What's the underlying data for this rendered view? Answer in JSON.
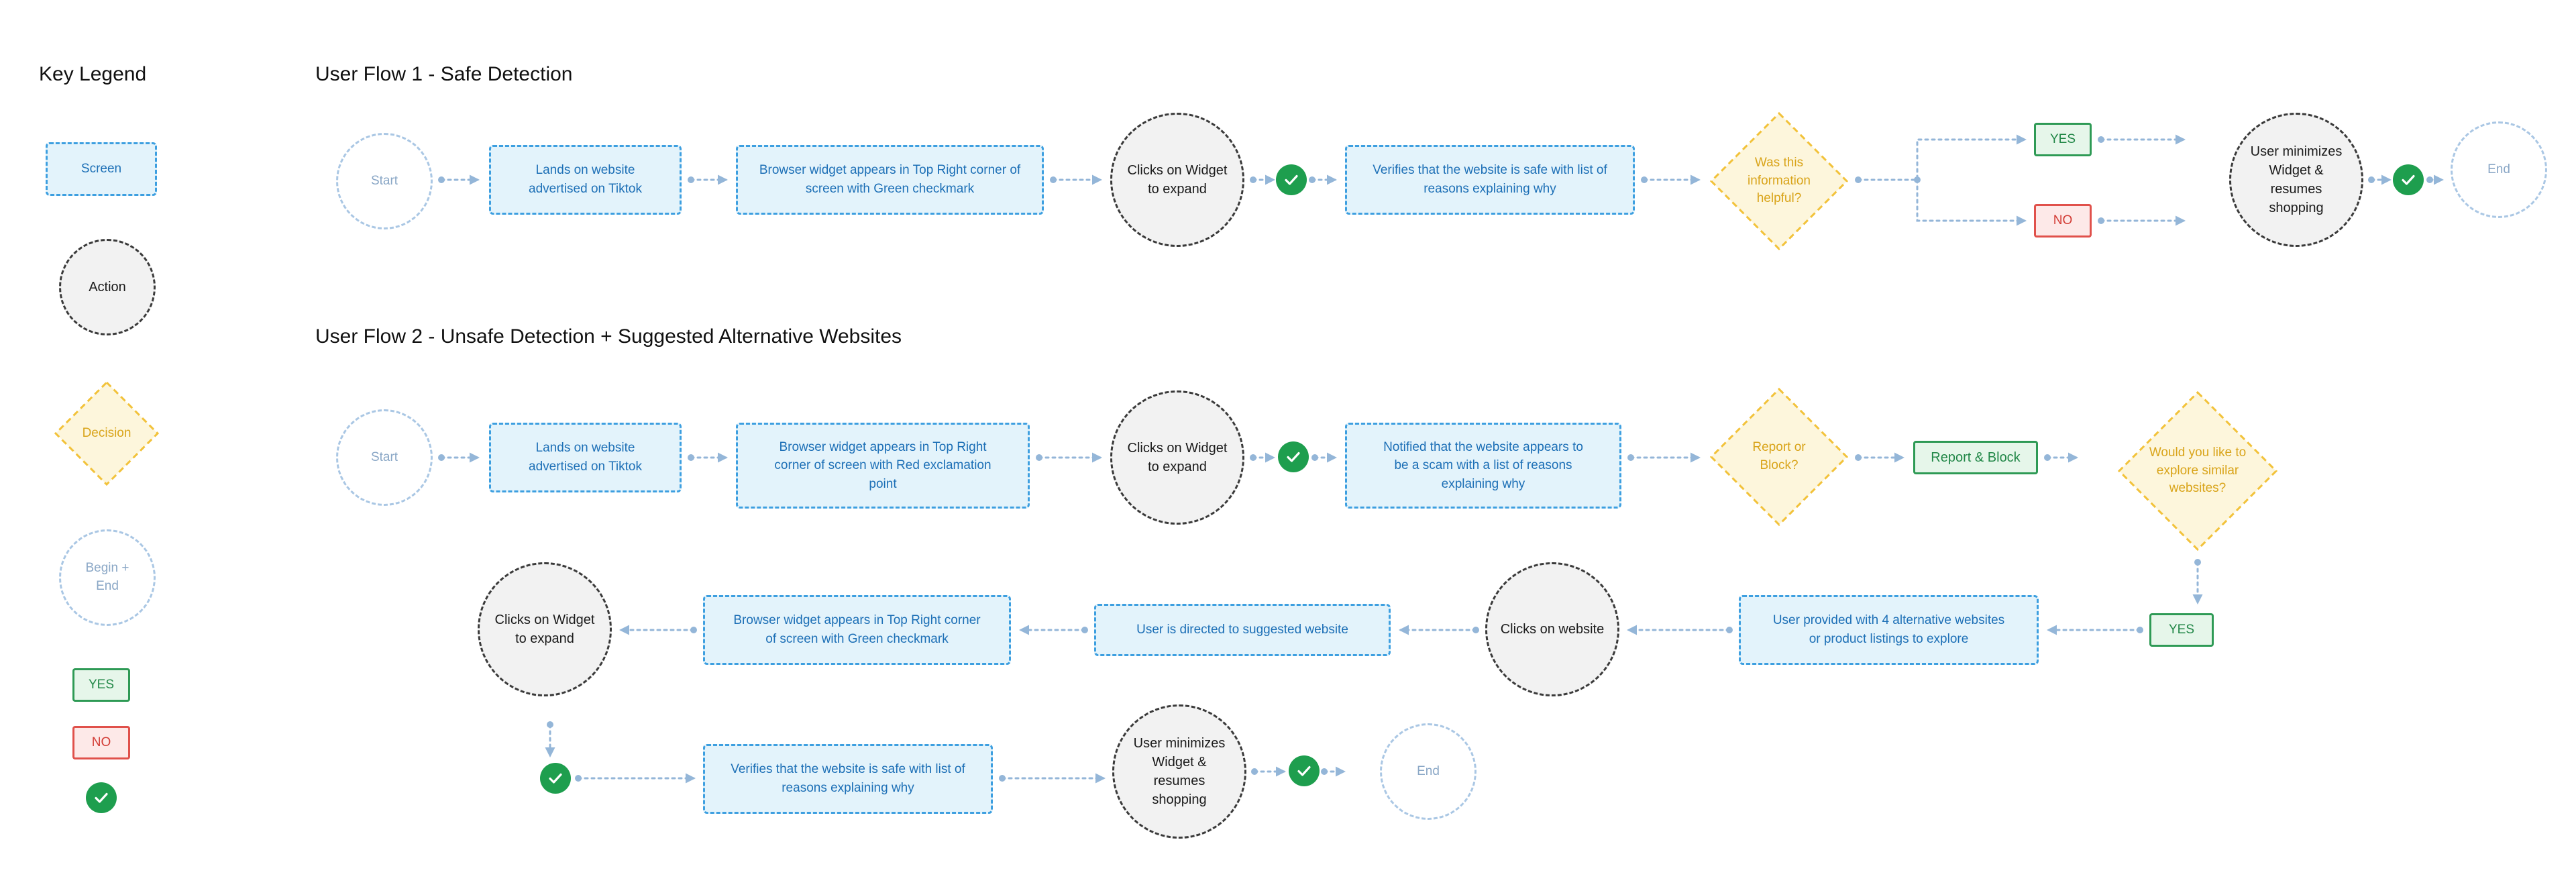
{
  "legend": {
    "title": "Key Legend",
    "screen": "Screen",
    "action": "Action",
    "decision": "Decision",
    "begin_end": "Begin + End",
    "yes": "YES",
    "no": "NO",
    "check_icon": "checkmark-icon"
  },
  "flow1": {
    "title": "User Flow 1 - Safe Detection",
    "start": "Start",
    "lands": "Lands on website advertised on Tiktok",
    "widget_appears": "Browser widget appears in Top Right corner of screen with Green checkmark",
    "clicks_widget": "Clicks on Widget to expand",
    "verifies": "Verifies that the website is safe with list of reasons explaining why",
    "decision": "Was this information helpful?",
    "yes": "YES",
    "no": "NO",
    "minimizes": "User minimizes Widget & resumes shopping",
    "end": "End"
  },
  "flow2": {
    "title": "User Flow 2 - Unsafe Detection + Suggested Alternative Websites",
    "start": "Start",
    "lands": "Lands on website advertised on Tiktok",
    "widget_appears_red": "Browser widget appears in Top Right corner of screen with Red exclamation point",
    "clicks_widget": "Clicks on Widget to expand",
    "notified": "Notified that the website appears to be a scam with a list of reasons explaining why",
    "decision_report": "Report or Block?",
    "report_block": "Report & Block",
    "decision_explore": "Would you like to explore similar websites?",
    "yes": "YES",
    "alternatives": "User provided with 4 alternative websites or product listings to explore",
    "clicks_website": "Clicks on website",
    "directed": "User is directed to suggested website",
    "widget_appears_green": "Browser widget appears in Top Right corner of screen with Green checkmark",
    "clicks_widget_2": "Clicks on Widget to expand",
    "verifies": "Verifies that the website is safe with list of reasons explaining why",
    "minimizes": "User minimizes Widget & resumes shopping",
    "end": "End"
  },
  "colors": {
    "screen_fill": "#e3f3fb",
    "screen_border": "#3d9fe0",
    "action_border": "#3a3a3a",
    "decision_fill": "#fdf6dc",
    "decision_border": "#f2c23a",
    "begin_end_border": "#aac7e4",
    "connector": "#94b6d8",
    "check_green": "#1e9e4e",
    "yes_green": "#2e9a55",
    "no_red": "#e0514b"
  }
}
